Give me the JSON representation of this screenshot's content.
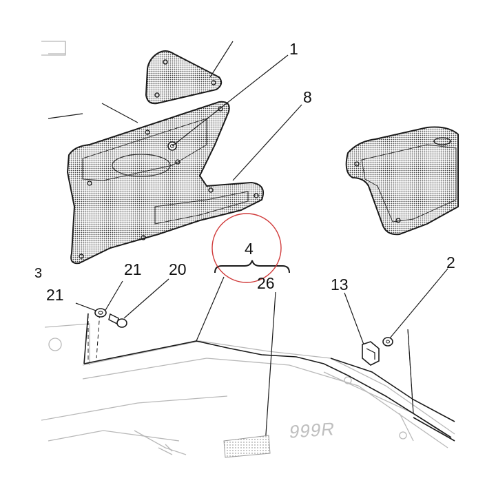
{
  "diagram": {
    "callouts": [
      {
        "id": "c1",
        "text": "1"
      },
      {
        "id": "c8",
        "text": "8"
      },
      {
        "id": "c4",
        "text": "4"
      },
      {
        "id": "c26",
        "text": "26"
      },
      {
        "id": "c21a",
        "text": "21"
      },
      {
        "id": "c20",
        "text": "20"
      },
      {
        "id": "c21b",
        "text": "21"
      },
      {
        "id": "c13",
        "text": "13"
      },
      {
        "id": "c2",
        "text": "2"
      },
      {
        "id": "cb",
        "text": "3"
      }
    ],
    "decal_text": "999R",
    "colors": {
      "line": "#1a1a1a",
      "part_fill": "#c9c9c9",
      "ghost": "#b8b8b8",
      "highlight_circle": "#d03a3a"
    }
  }
}
